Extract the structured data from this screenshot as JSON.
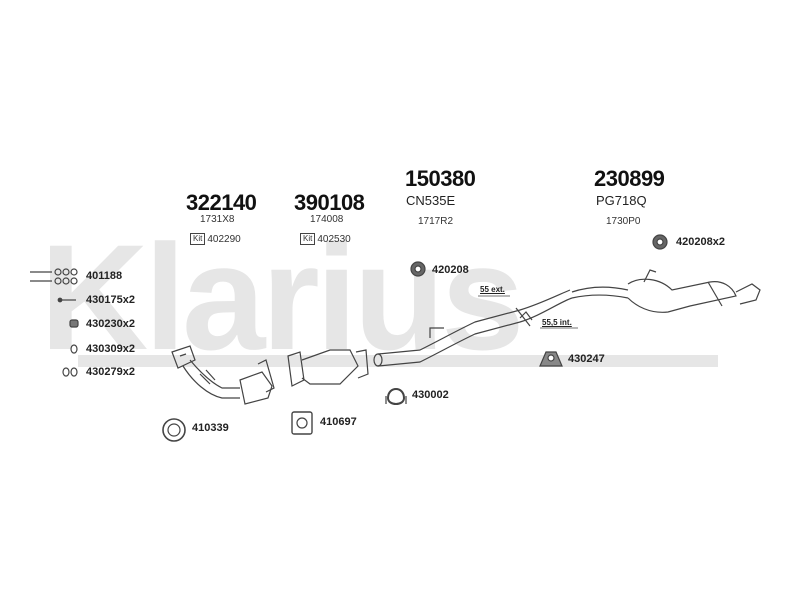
{
  "watermark": {
    "text": "Klarius"
  },
  "main_parts": [
    {
      "number": "322140",
      "sub": "1731X8",
      "kit_label": "Kit",
      "kit_number": "402290"
    },
    {
      "number": "390108",
      "sub": "174008",
      "kit_label": "Kit",
      "kit_number": "402530"
    },
    {
      "number": "150380",
      "sub_large": "CN535E",
      "sub": "1717R2"
    },
    {
      "number": "230899",
      "sub_large": "PG718Q",
      "sub": "1730P0"
    }
  ],
  "fittings": {
    "left": [
      "401188",
      "430175x2",
      "430230x2",
      "430309x2",
      "430279x2"
    ],
    "clamp_top": "420208",
    "clamp_right": "420208x2",
    "hanger": "430247",
    "clamp_bottom": "430002",
    "gasket_left": "410339",
    "gasket_mid": "410697"
  },
  "dimensions": {
    "ext": "55 ext.",
    "int": "55,5 int."
  }
}
